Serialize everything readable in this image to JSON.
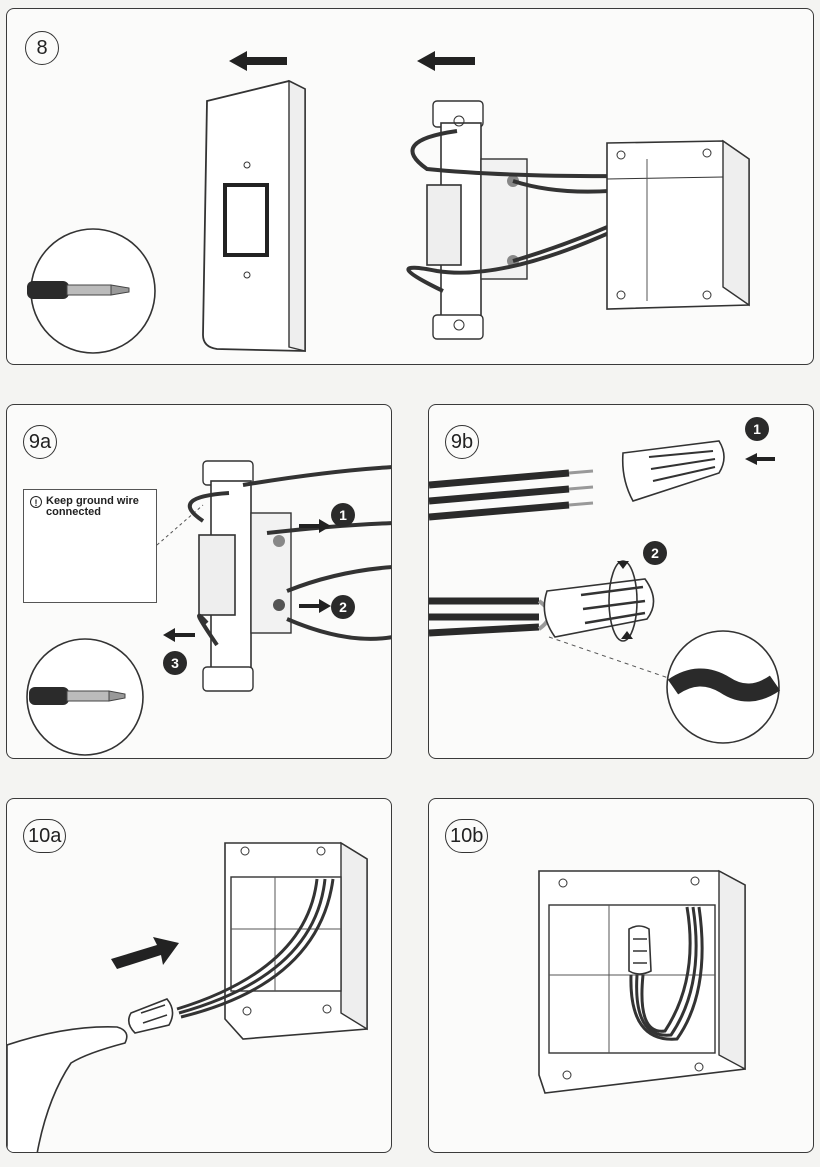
{
  "steps": {
    "s8": "8",
    "s9a": "9a",
    "s9b": "9b",
    "s10a": "10a",
    "s10b": "10b"
  },
  "notes": {
    "ground_wire": "Keep ground wire connected",
    "warning_symbol": "!"
  },
  "markers": {
    "m9a_1": "1",
    "m9a_2": "2",
    "m9a_3": "3",
    "m9b_1": "1",
    "m9b_2": "2"
  },
  "icons": {
    "arrow": "arrow-left-icon",
    "screwdriver": "screwdriver-icon",
    "wire_nut": "wire-nut-icon"
  }
}
